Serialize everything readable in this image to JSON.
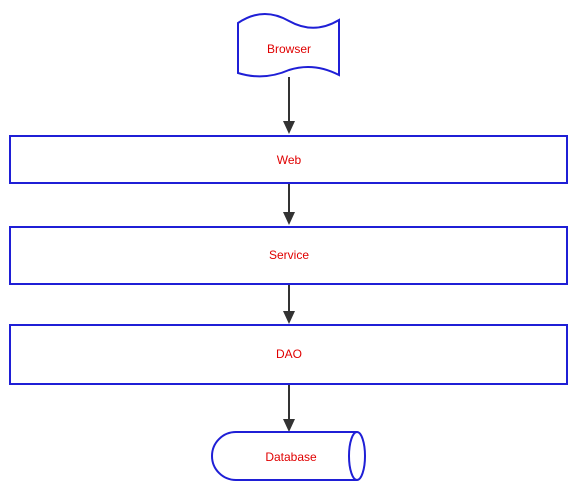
{
  "diagram": {
    "nodes": [
      {
        "id": "browser",
        "shape": "document",
        "label": "Browser"
      },
      {
        "id": "web",
        "shape": "rectangle",
        "label": "Web"
      },
      {
        "id": "service",
        "shape": "rectangle",
        "label": "Service"
      },
      {
        "id": "dao",
        "shape": "rectangle",
        "label": "DAO"
      },
      {
        "id": "database",
        "shape": "cylinder",
        "label": "Database"
      }
    ],
    "edges": [
      {
        "from": "browser",
        "to": "web"
      },
      {
        "from": "web",
        "to": "service"
      },
      {
        "from": "service",
        "to": "dao"
      },
      {
        "from": "dao",
        "to": "database"
      }
    ]
  },
  "colors": {
    "node_border": "#1f1fd6",
    "label_text": "#e00000",
    "arrow": "#333333",
    "background": "#ffffff"
  }
}
